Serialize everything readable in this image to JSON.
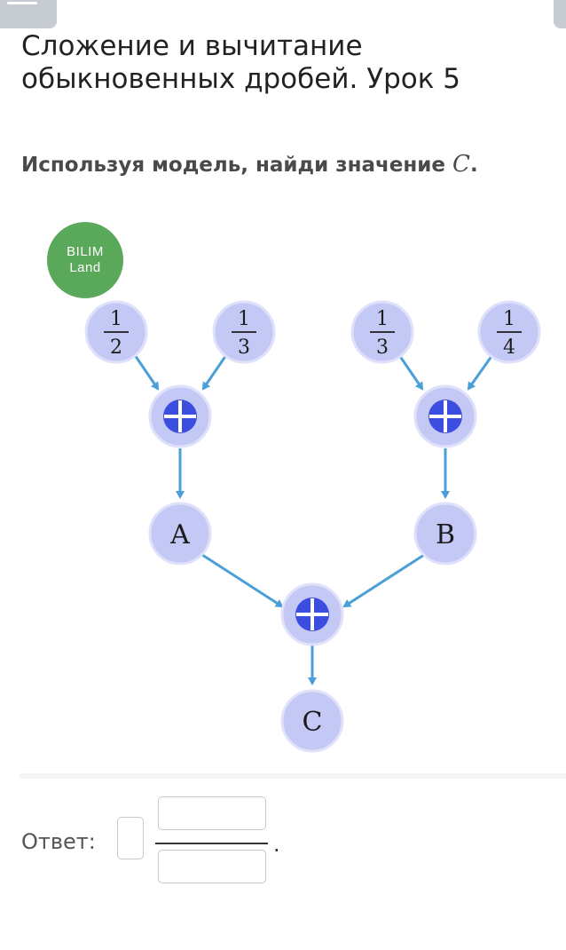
{
  "page": {
    "title_line1": "Сложение и вычитание",
    "title_line2": "обыкновенных дробей. Урок 5",
    "task_text": "Используя модель, найди значение",
    "task_variable": "C",
    "task_period": "."
  },
  "logo": {
    "line1": "BILIM",
    "line2": "Land"
  },
  "model": {
    "fractions": [
      {
        "num": "1",
        "den": "2"
      },
      {
        "num": "1",
        "den": "3"
      },
      {
        "num": "1",
        "den": "3"
      },
      {
        "num": "1",
        "den": "4"
      }
    ],
    "result_labels": {
      "a": "A",
      "b": "B",
      "c": "C"
    },
    "operator": "plus",
    "colors": {
      "node_fill": "#c4c8f4",
      "operator_fill": "#3b4ee0",
      "arrow": "#4a9fd6"
    }
  },
  "answer": {
    "label": "Ответ:",
    "period": ".",
    "whole_value": "",
    "numerator_value": "",
    "denominator_value": ""
  }
}
